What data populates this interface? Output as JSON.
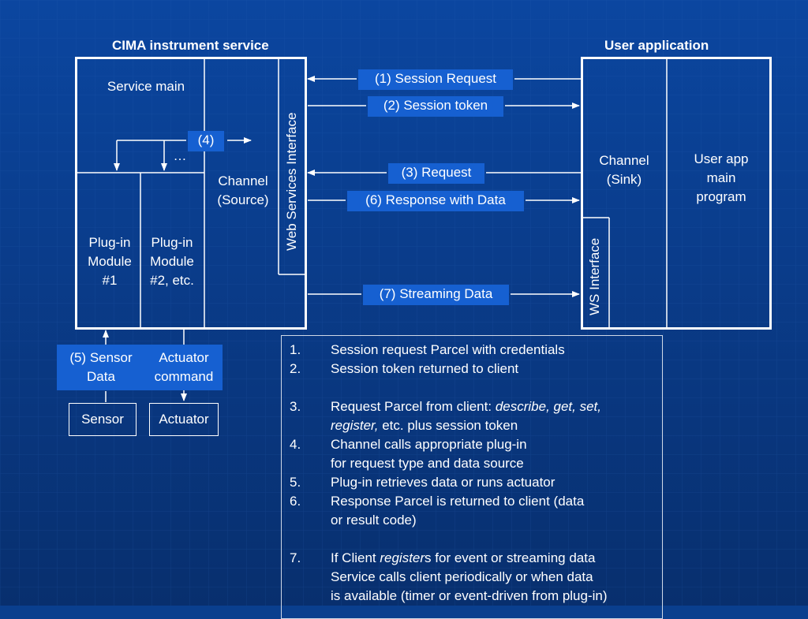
{
  "diagram": {
    "left_title": "CIMA instrument service",
    "right_title": "User application",
    "service_main": "Service main",
    "step4": "(4)",
    "ellipsis": "…",
    "channel_source": [
      "Channel",
      "(Source)"
    ],
    "web_services_interface": "Web Services Interface",
    "plugin1": [
      "Plug-in",
      "Module",
      "#1"
    ],
    "plugin2": [
      "Plug-in",
      "Module",
      "#2, etc."
    ],
    "channel_sink": [
      "Channel",
      "(Sink)"
    ],
    "user_app": [
      "User app",
      "main",
      "program"
    ],
    "ws_interface": "WS Interface",
    "messages": {
      "m1": "(1) Session Request",
      "m2": "(2) Session token",
      "m3": "(3) Request",
      "m6": "(6) Response with Data",
      "m7": "(7) Streaming Data"
    },
    "sensor_data": [
      "(5) Sensor",
      "Data"
    ],
    "actuator_command": [
      "Actuator",
      "command"
    ],
    "sensor": "Sensor",
    "actuator": "Actuator"
  },
  "notes": [
    {
      "num": "1.",
      "lines": [
        "Session request Parcel with credentials"
      ]
    },
    {
      "num": "2.",
      "lines": [
        "Session token returned to client"
      ]
    },
    {
      "num": "3.",
      "line1_plain": "Request Parcel from client: ",
      "line1_italic": "describe, get, set,",
      "line2_italic": "register,",
      "line2_plain": " etc. plus session token"
    },
    {
      "num": "4.",
      "lines": [
        "Channel calls appropriate plug-in",
        "for request type and data source"
      ]
    },
    {
      "num": "5.",
      "lines": [
        "Plug-in retrieves data or runs actuator"
      ]
    },
    {
      "num": "6.",
      "lines": [
        "Response Parcel is returned to client (data",
        "or result code)"
      ]
    },
    {
      "num": "7.",
      "line1_plain_a": "If Client ",
      "line1_italic": "register",
      "line1_plain_b": "s for event or streaming data",
      "lines_rest": [
        "Service calls client periodically or when data",
        "is available (timer or event-driven from plug-in)"
      ]
    }
  ],
  "colors": {
    "background": "#0a3f8e",
    "tag_fill": "#1660d1",
    "line": "#ffffff"
  }
}
